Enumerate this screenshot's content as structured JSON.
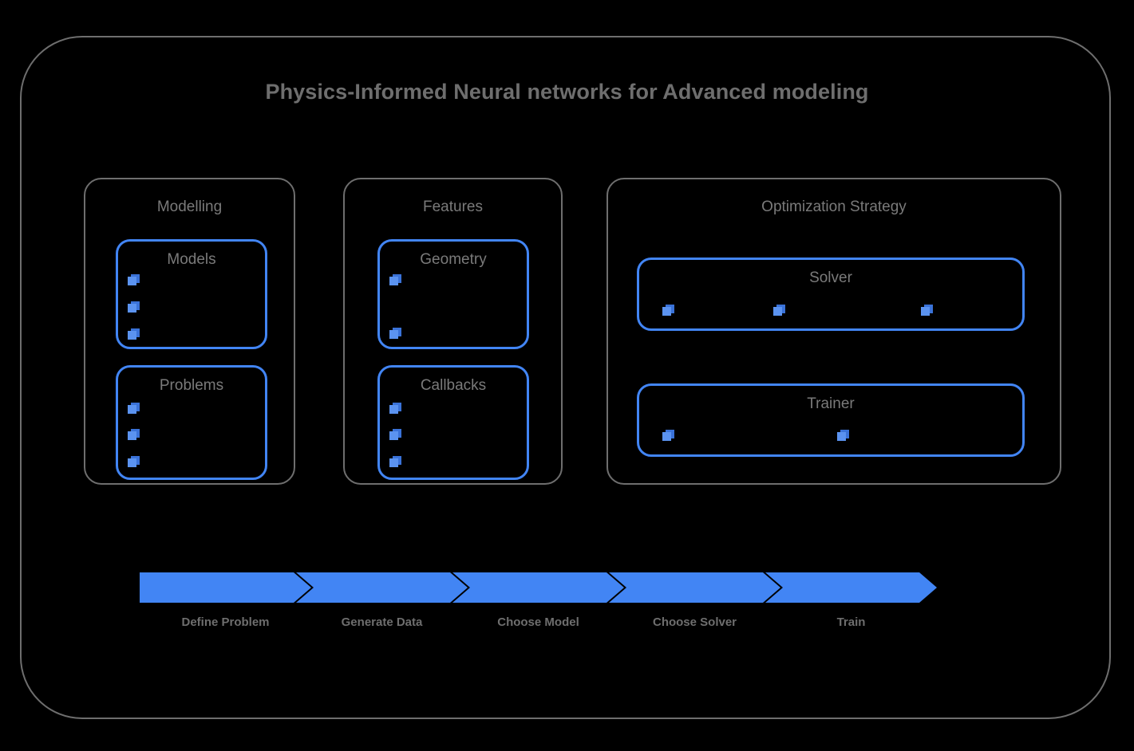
{
  "diagram": {
    "title": "Physics-Informed Neural networks for Advanced modeling",
    "colors": {
      "accent_blue": "#4285f4",
      "frame_gray": "#6e6e6e",
      "text_gray": "#7a7a7a",
      "background": "#000000"
    }
  },
  "groups": [
    {
      "id": "modelling",
      "title": "Modelling",
      "boxes": [
        {
          "id": "models",
          "title": "Models",
          "bullet_count": 3,
          "bullet_layout": "vertical"
        },
        {
          "id": "problems",
          "title": "Problems",
          "bullet_count": 3,
          "bullet_layout": "vertical"
        }
      ]
    },
    {
      "id": "features",
      "title": "Features",
      "boxes": [
        {
          "id": "geometry",
          "title": "Geometry",
          "bullet_count": 2,
          "bullet_layout": "vertical"
        },
        {
          "id": "callbacks",
          "title": "Callbacks",
          "bullet_count": 3,
          "bullet_layout": "vertical"
        }
      ]
    },
    {
      "id": "optimization",
      "title": "Optimization Strategy",
      "boxes": [
        {
          "id": "solver",
          "title": "Solver",
          "bullet_count": 3,
          "bullet_layout": "horizontal"
        },
        {
          "id": "trainer",
          "title": "Trainer",
          "bullet_count": 2,
          "bullet_layout": "horizontal"
        }
      ]
    }
  ],
  "pipeline": {
    "steps": [
      {
        "label": "Define Problem"
      },
      {
        "label": "Generate Data"
      },
      {
        "label": "Choose Model"
      },
      {
        "label": "Choose Solver"
      },
      {
        "label": "Train"
      }
    ]
  }
}
